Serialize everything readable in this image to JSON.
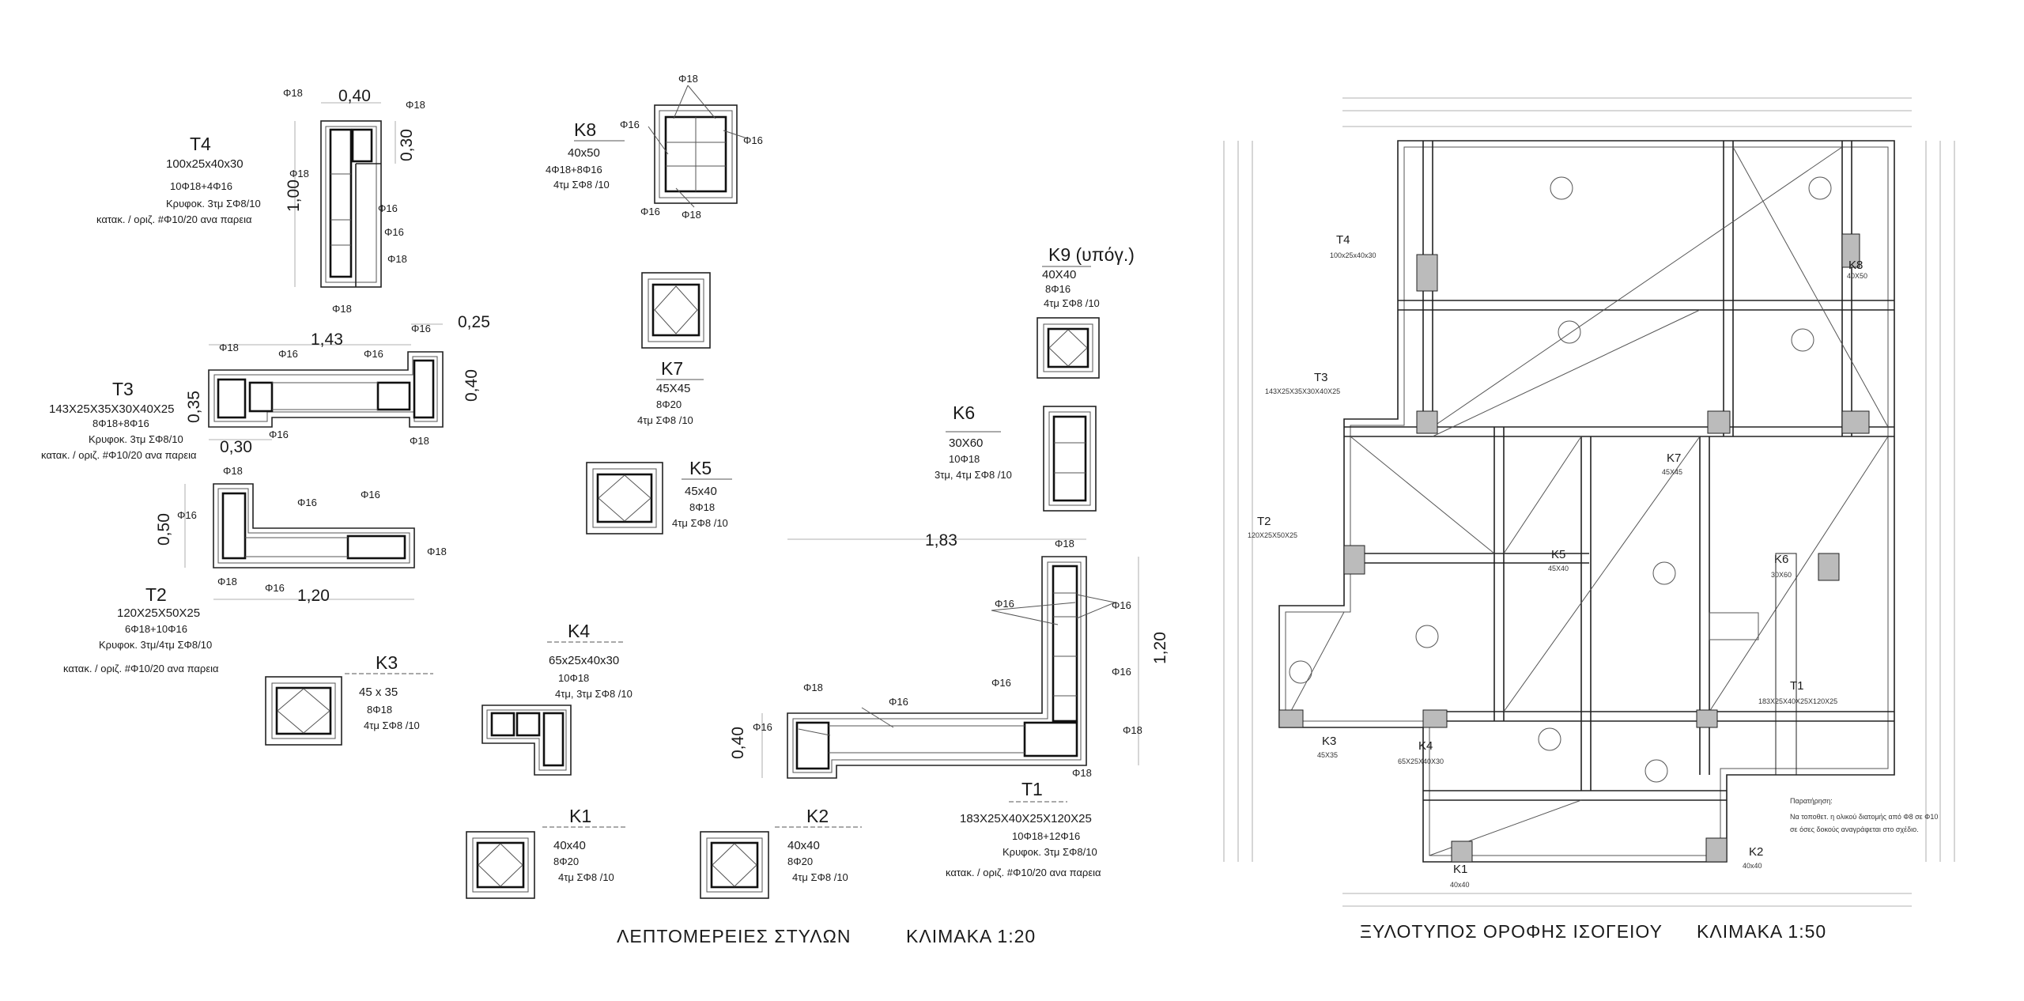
{
  "titles": {
    "left": "ΛΕΠΤΟΜΕΡΕΙΕΣ ΣΤΥΛΩΝ",
    "left_scale": "ΚΛΙΜΑΚΑ 1:20",
    "right": "ΞΥΛΟΤΥΠΟΣ ΟΡΟΦΗΣ  ΙΣΟΓΕΙΟΥ",
    "right_scale": "ΚΛΙΜΑΚΑ 1:50"
  },
  "columns": {
    "T4": {
      "name": "T4",
      "dims": "100x25x40x30",
      "bars": "10Φ18+4Φ16",
      "stirrup": "Κρυφοκ. 3τμ ΣΦ8/10",
      "ties": "κατακ. / οριζ. #Φ10/20 ανα παρεια"
    },
    "T3": {
      "name": "T3",
      "dims": "143X25X35X30X40X25",
      "bars": "8Φ18+8Φ16",
      "stirrup": "Κρυφοκ. 3τμ ΣΦ8/10",
      "ties": "κατακ. / οριζ. #Φ10/20 ανα παρεια"
    },
    "T2": {
      "name": "T2",
      "dims": "120X25X50X25",
      "bars": "6Φ18+10Φ16",
      "stirrup": "Κρυφοκ. 3τμ/4τμ ΣΦ8/10",
      "ties": "κατακ. / οριζ. #Φ10/20 ανα παρεια"
    },
    "T1": {
      "name": "T1",
      "dims": "183X25X40X25X120X25",
      "bars": "10Φ18+12Φ16",
      "stirrup": "Κρυφοκ. 3τμ ΣΦ8/10",
      "ties": "κατακ. / οριζ. #Φ10/20 ανα παρεια"
    },
    "K8": {
      "name": "K8",
      "dims": "40x50",
      "bars": "4Φ18+8Φ16",
      "stirrup": "4τμ ΣΦ8 /10"
    },
    "K7": {
      "name": "K7",
      "dims": "45X45",
      "bars": "8Φ20",
      "stirrup": "4τμ ΣΦ8 /10"
    },
    "K5": {
      "name": "K5",
      "dims": "45x40",
      "bars": "8Φ18",
      "stirrup": "4τμ ΣΦ8 /10"
    },
    "K6": {
      "name": "K6",
      "dims": "30X60",
      "bars": "10Φ18",
      "stirrup": "3τμ, 4τμ ΣΦ8 /10"
    },
    "K9": {
      "name": "K9 (υπόγ.)",
      "dims": "40X40",
      "bars": "8Φ16",
      "stirrup": "4τμ ΣΦ8 /10"
    },
    "K4": {
      "name": "K4",
      "dims": "65x25x40x30",
      "bars": "10Φ18",
      "stirrup": "4τμ, 3τμ ΣΦ8 /10"
    },
    "K3": {
      "name": "K3",
      "dims": "45 x 35",
      "bars": "8Φ18",
      "stirrup": "4τμ ΣΦ8 /10"
    },
    "K1": {
      "name": "K1",
      "dims": "40x40",
      "bars": "8Φ20",
      "stirrup": "4τμ ΣΦ8 /10"
    },
    "K2": {
      "name": "K2",
      "dims": "40x40",
      "bars": "8Φ20",
      "stirrup": "4τμ ΣΦ8 /10"
    }
  },
  "dimensions": {
    "t4_width": "0,40",
    "t4_height": "1,00",
    "t4_flange": "0,30",
    "t3_length": "1,43",
    "t3_end": "0,25",
    "t3_left_h": "0,35",
    "t3_right_h": "0,40",
    "t3_bottom": "0,30",
    "t2_height": "0,50",
    "t2_length": "1,20",
    "t1_length": "1,83",
    "t1_height": "1,20",
    "t1_flange": "0,40"
  },
  "bar_labels": {
    "d18": "Φ18",
    "d16": "Φ16"
  },
  "plan": {
    "labels": {
      "T4": "T4",
      "T4_dims": "100x25x40x30",
      "T3": "T3",
      "T3_dims": "143X25X35X30X40X25",
      "T2": "T2",
      "T2_dims": "120X25X50X25",
      "T1": "T1",
      "T1_dims": "183X25X40X25X120X25",
      "K8": "K8",
      "K8_dims": "40X50",
      "K7": "K7",
      "K7_dims": "45X45",
      "K5": "K5",
      "K5_dims": "45X40",
      "K6": "K6",
      "K6_dims": "30X60",
      "K3": "K3",
      "K3_dims": "45X35",
      "K4": "K4",
      "K4_dims": "65X25X40X30",
      "K1": "K1",
      "K1_dims": "40x40",
      "K2": "K2",
      "K2_dims": "40x40"
    },
    "note": [
      "Παρατήρηση:",
      "Να τοποθετ. η ολικού διατομής από Φ8 σε Φ10",
      "σε όσες δοκούς αναγράφεται στο σχέδιο."
    ]
  }
}
